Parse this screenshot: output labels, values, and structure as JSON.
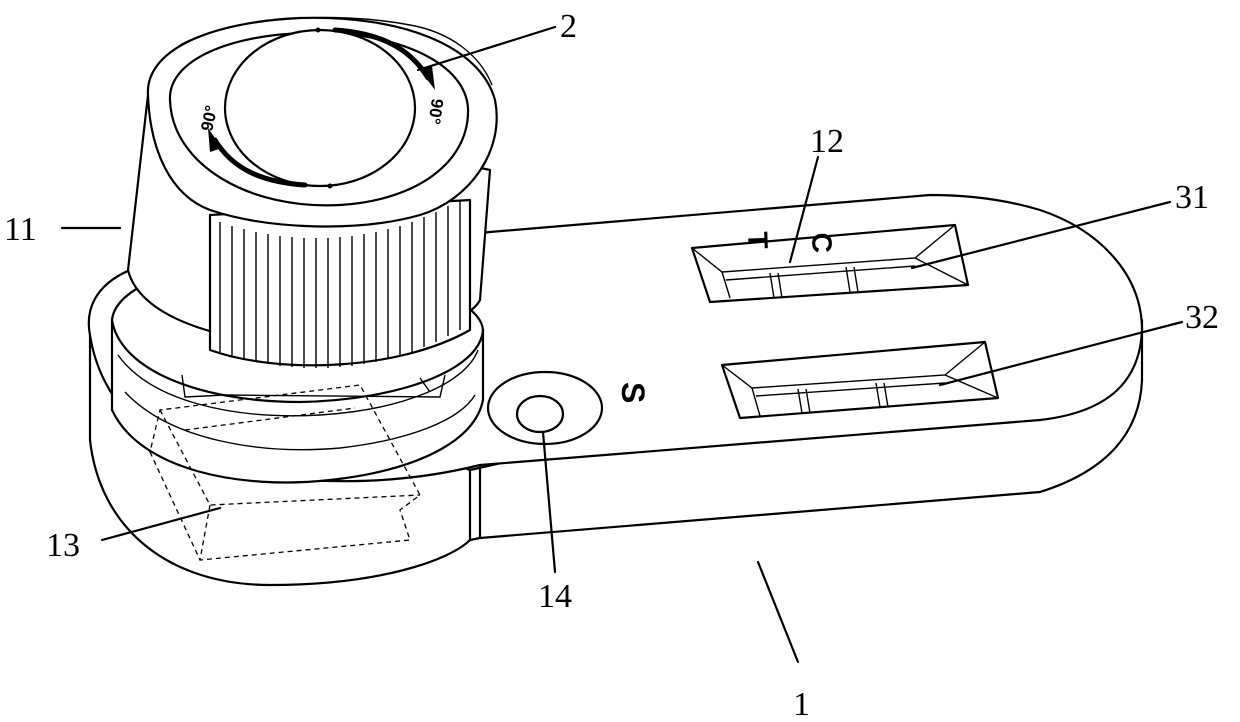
{
  "labels": {
    "knob": "2",
    "cylinder": "11",
    "window": "12",
    "strip_upper": "31",
    "strip_lower": "32",
    "base": "1",
    "chamber": "13",
    "sample_port": "14"
  },
  "markings": {
    "control_line": "C",
    "test_line": "T",
    "sample": "S",
    "rotate_right": "90°",
    "rotate_left": "90°"
  }
}
